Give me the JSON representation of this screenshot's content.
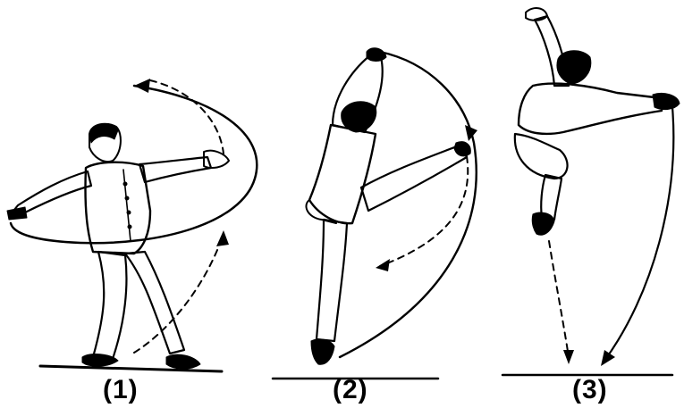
{
  "panels": [
    {
      "label": "(1)",
      "icon": "standing-kick-start-figure"
    },
    {
      "label": "(2)",
      "icon": "jumping-figure"
    },
    {
      "label": "(3)",
      "icon": "airborne-kick-figure"
    }
  ],
  "colors": {
    "ink": "#000000",
    "paper": "#ffffff"
  }
}
